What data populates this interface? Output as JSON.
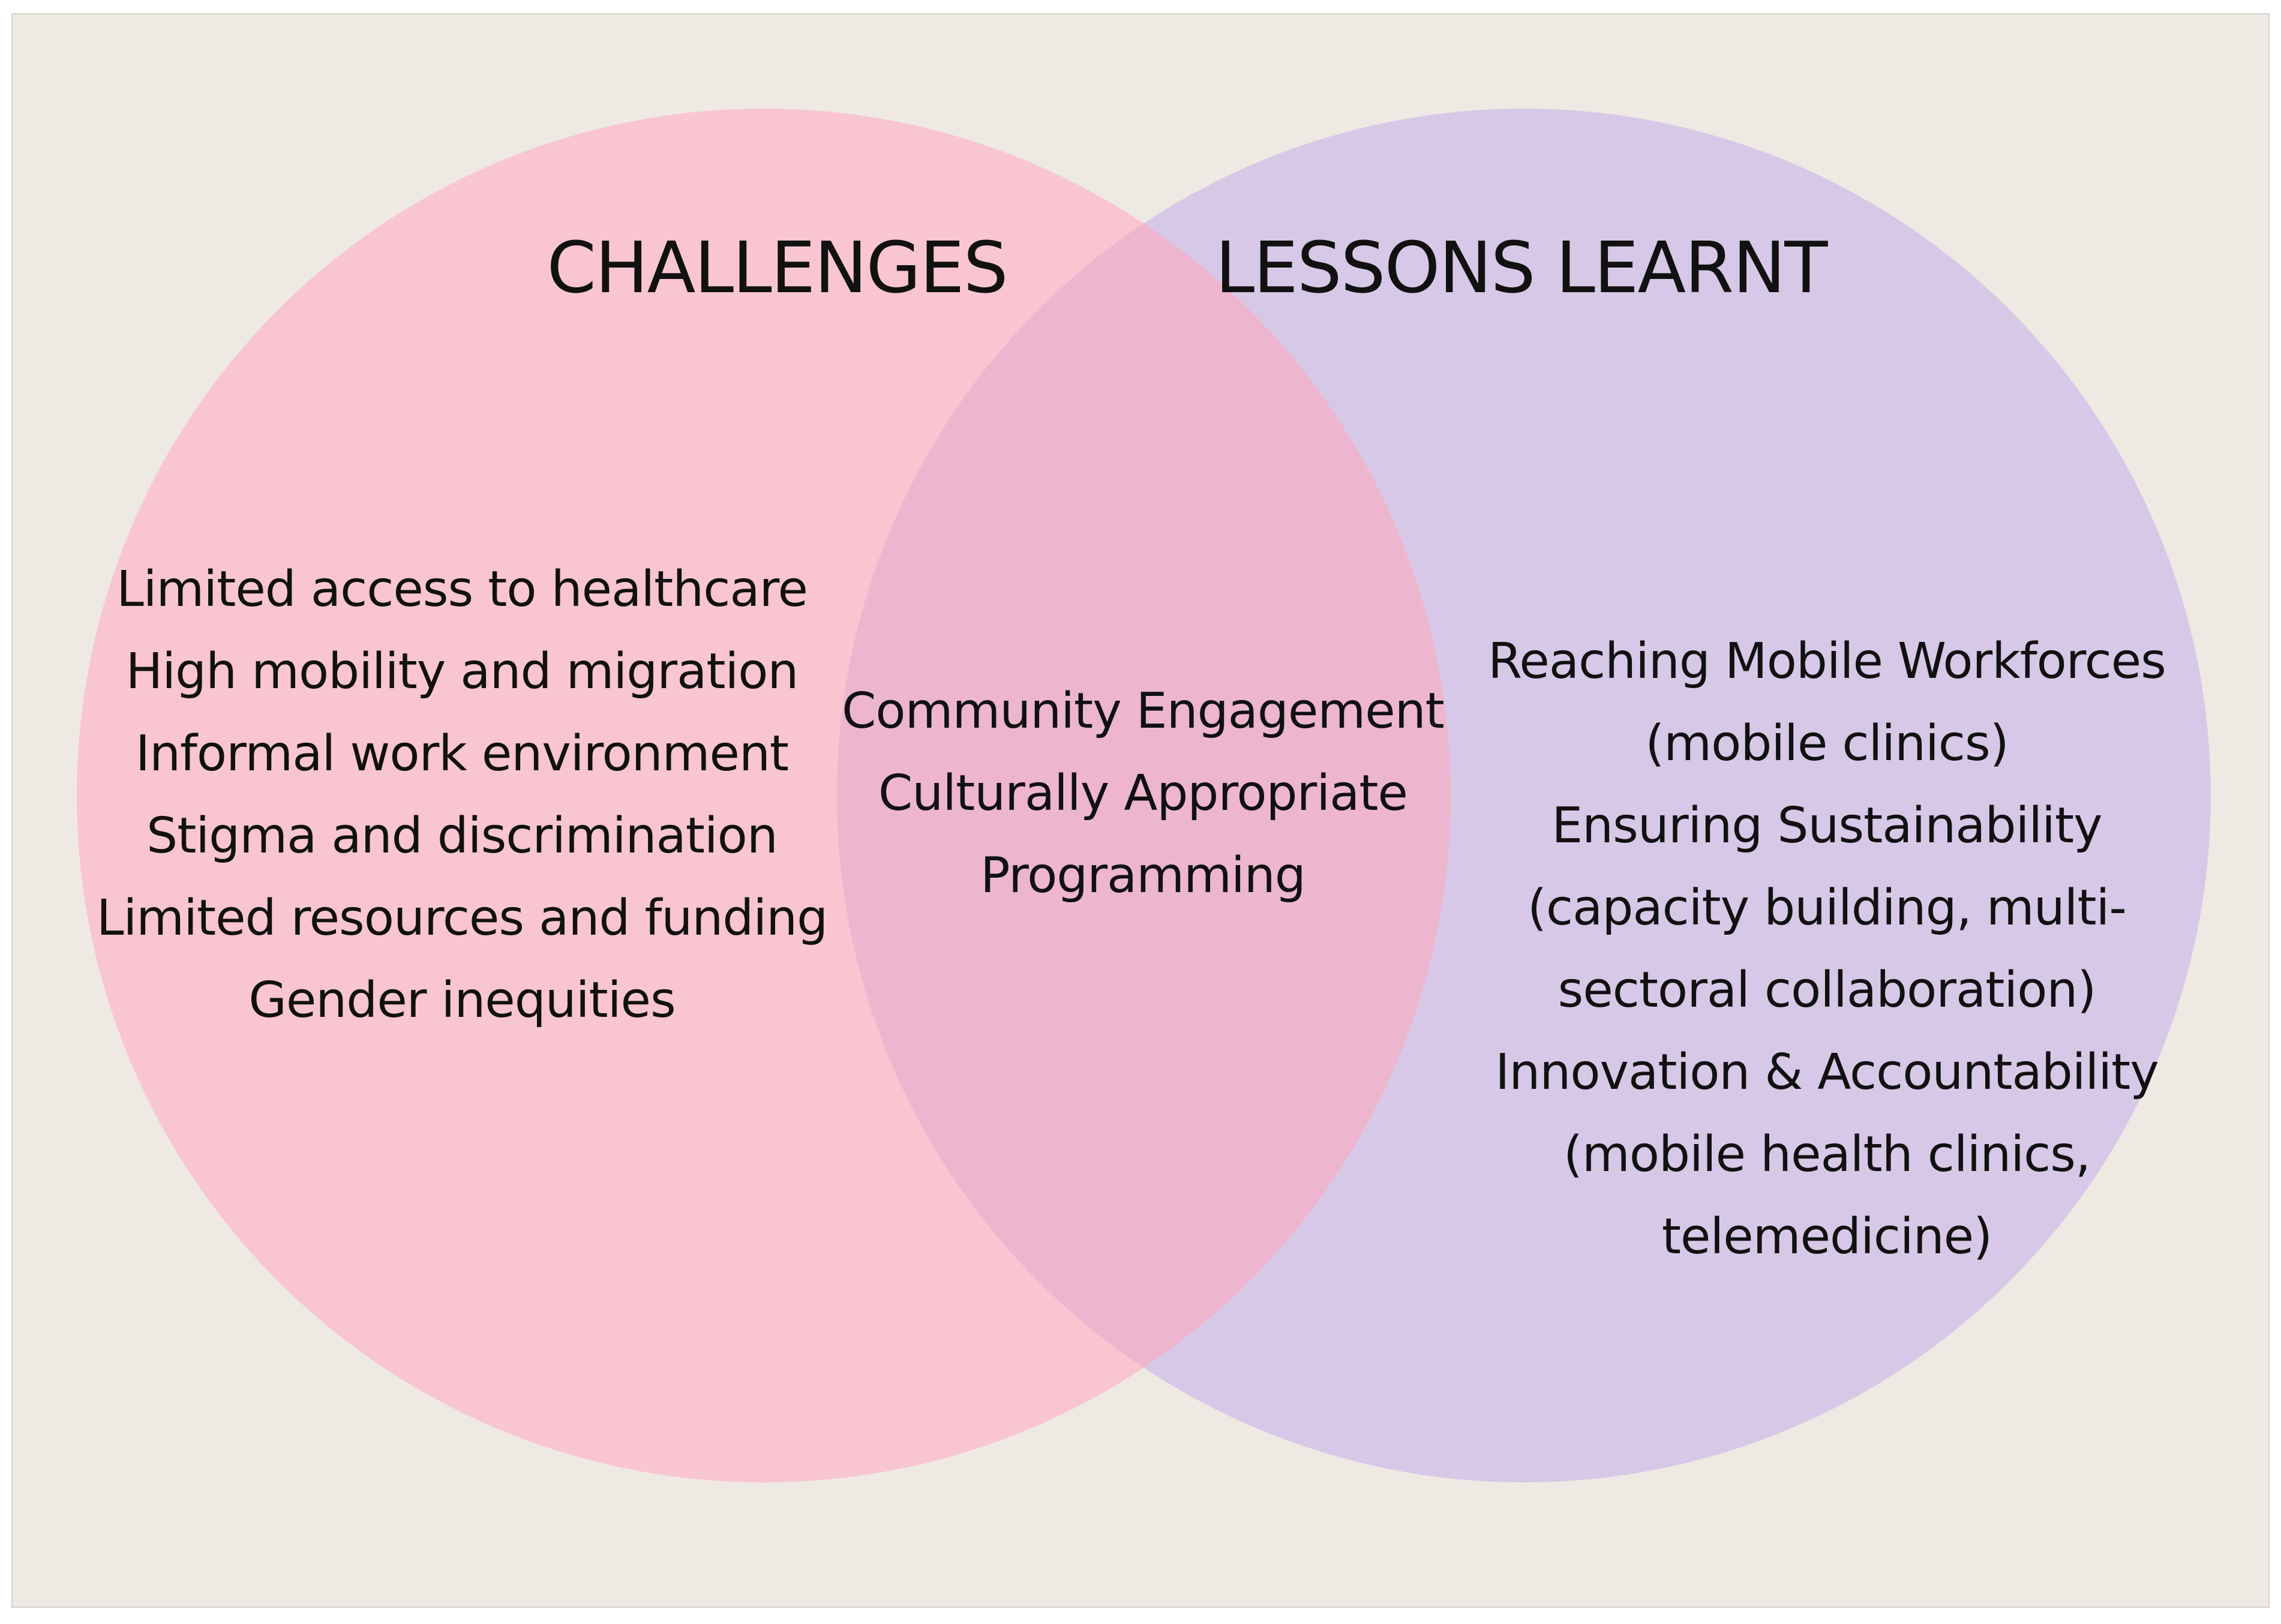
{
  "colors": {
    "background": "#eeeae3",
    "left_circle": "#f8c5d0",
    "right_circle": "#d8c8e7",
    "overlap": "#edb6ce",
    "text": "#111111"
  },
  "diagram": {
    "type": "venn",
    "left": {
      "heading": "CHALLENGES",
      "lines": [
        "Limited access to healthcare",
        "High mobility and migration",
        "Informal work environment",
        "Stigma and discrimination",
        "Limited resources and funding",
        "Gender inequities"
      ]
    },
    "overlap": {
      "lines": [
        "Community Engagement",
        "Culturally Appropriate",
        "Programming"
      ]
    },
    "right": {
      "heading": "LESSONS LEARNT",
      "lines": [
        "Reaching Mobile Workforces",
        "(mobile clinics)",
        "Ensuring Sustainability",
        "(capacity building, multi-",
        "sectoral collaboration)",
        "Innovation & Accountability",
        "(mobile health clinics,",
        "telemedicine)"
      ]
    }
  }
}
